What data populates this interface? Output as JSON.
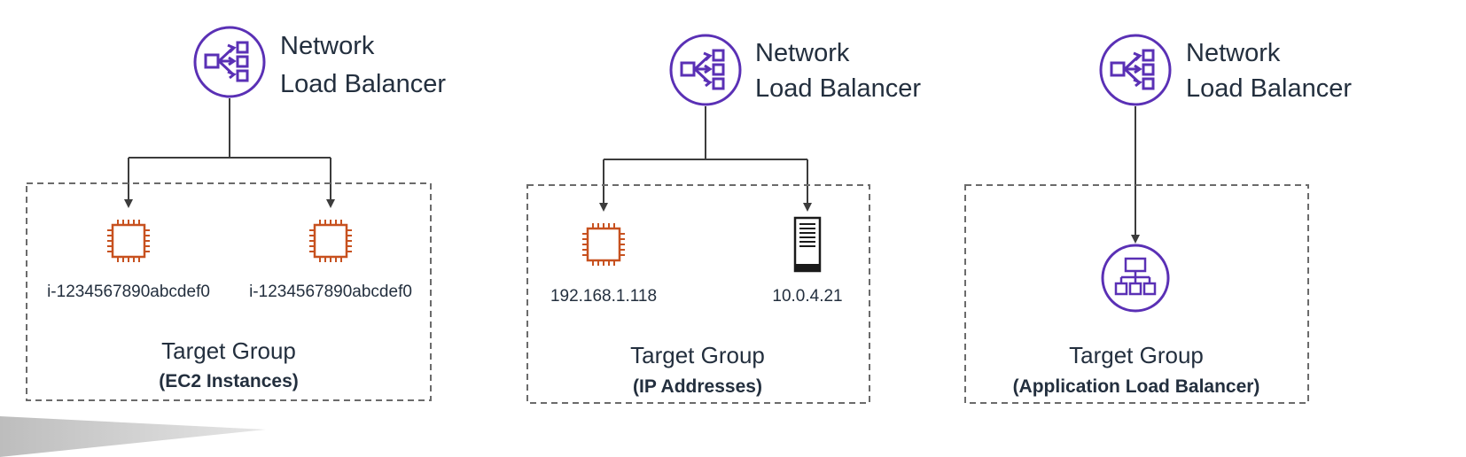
{
  "colors": {
    "load_balancer": "#5a30b5",
    "ec2": "#c7511f",
    "server": "#1a1a1a",
    "connector": "#3c3c3c",
    "group_border": "#6b6b6b"
  },
  "panels": [
    {
      "load_balancer": {
        "icon": "network-load-balancer-icon",
        "title_line1": "Network",
        "title_line2": "Load Balancer"
      },
      "target_group": {
        "title": "Target Group",
        "subtitle": "(EC2 Instances)"
      },
      "targets": [
        {
          "icon": "ec2-instance-icon",
          "label": "i-1234567890abcdef0"
        },
        {
          "icon": "ec2-instance-icon",
          "label": "i-1234567890abcdef0"
        }
      ]
    },
    {
      "load_balancer": {
        "icon": "network-load-balancer-icon",
        "title_line1": "Network",
        "title_line2": "Load Balancer"
      },
      "target_group": {
        "title": "Target Group",
        "subtitle": "(IP Addresses)"
      },
      "targets": [
        {
          "icon": "ec2-instance-icon",
          "label": "192.168.1.118"
        },
        {
          "icon": "server-icon",
          "label": "10.0.4.21"
        }
      ]
    },
    {
      "load_balancer": {
        "icon": "network-load-balancer-icon",
        "title_line1": "Network",
        "title_line2": "Load Balancer"
      },
      "target_group": {
        "title": "Target Group",
        "subtitle": "(Application Load Balancer)"
      },
      "targets": [
        {
          "icon": "application-load-balancer-icon",
          "label": ""
        }
      ]
    }
  ]
}
